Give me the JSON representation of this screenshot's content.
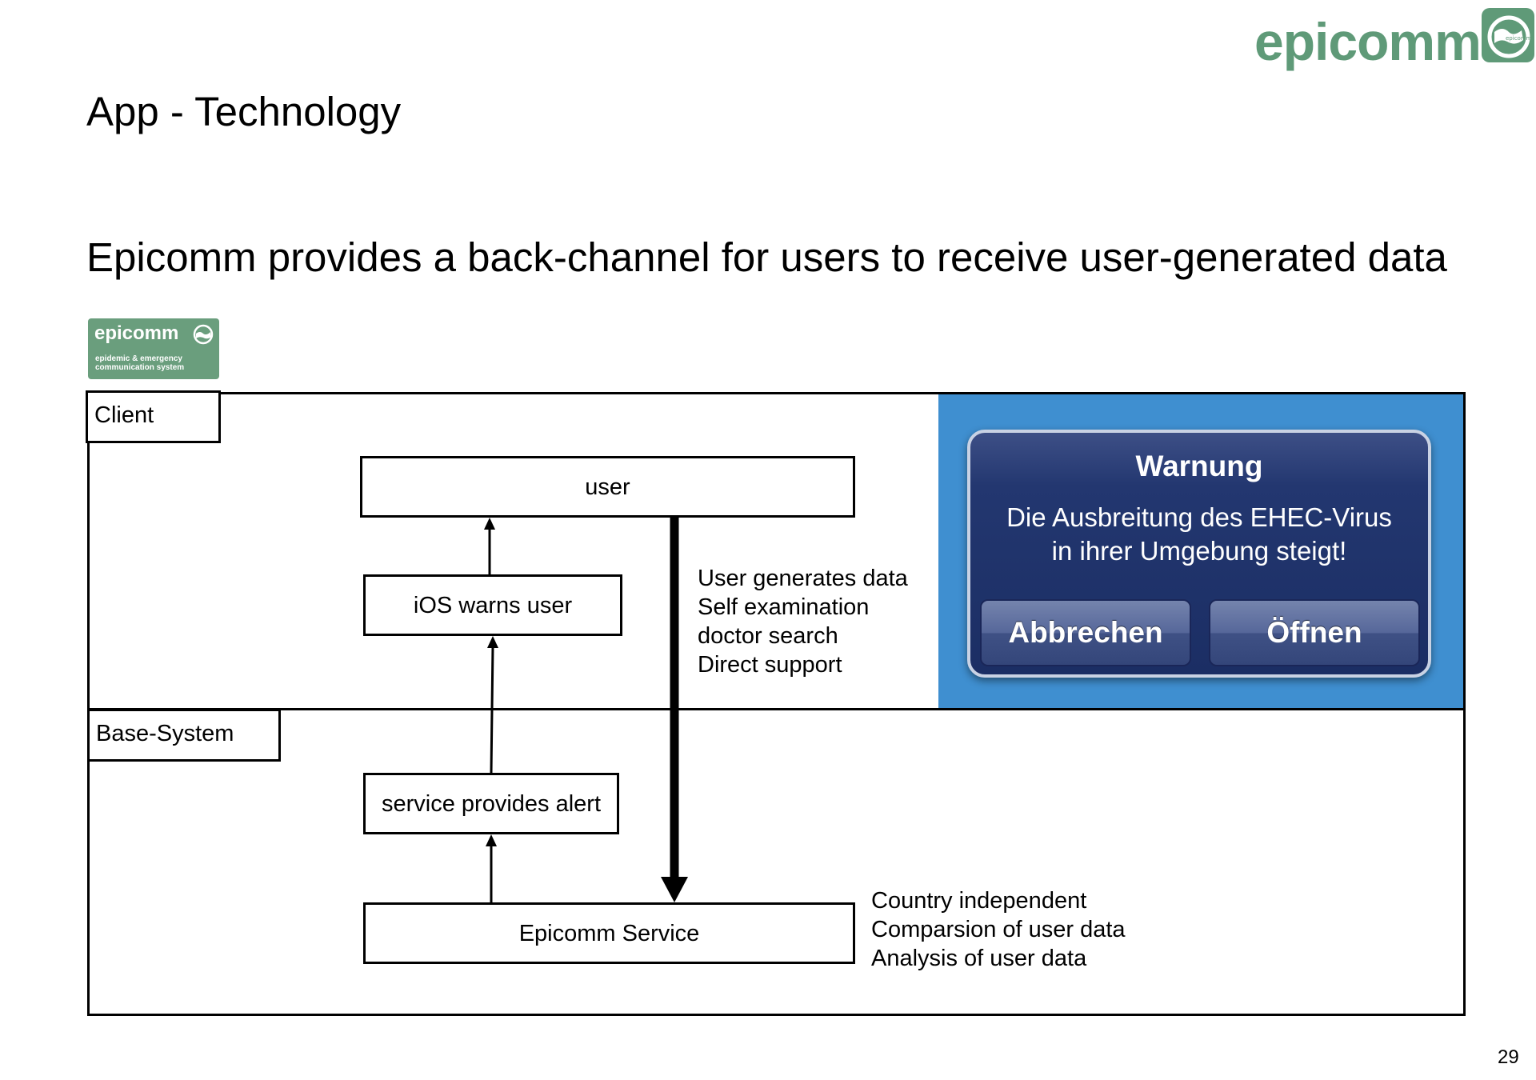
{
  "brand": {
    "wordmark": "epicomm",
    "logo_icon": "globe-logo-icon",
    "logo_text": "epicomm"
  },
  "slide": {
    "title": "App - Technology",
    "subtitle": "Epicomm provides a back-channel for users to receive user-generated data",
    "page_number": "29"
  },
  "badge": {
    "wordmark": "epicomm",
    "tagline_line1": "epidemic & emergency",
    "tagline_line2": "communication system"
  },
  "diagram": {
    "client_label": "Client",
    "base_label": "Base-System",
    "nodes": {
      "user": "user",
      "ios_warns": "iOS warns user",
      "service_alert": "service provides alert",
      "epicomm_service": "Epicomm Service"
    },
    "client_notes": [
      "User generates data",
      "Self examination",
      "doctor search",
      "Direct support"
    ],
    "base_notes": [
      "Country independent",
      "Comparsion of user data",
      "Analysis of user data"
    ]
  },
  "ios_alert": {
    "title": "Warnung",
    "message_line1": "Die Ausbreitung des EHEC-Virus",
    "message_line2": "in ihrer Umgebung steigt!",
    "cancel_label": "Abbrechen",
    "open_label": "Öffnen",
    "panel_color": "#3f8fd0",
    "alert_color": "#1b2e64"
  },
  "colors": {
    "brand_green": "#5f9a78"
  }
}
